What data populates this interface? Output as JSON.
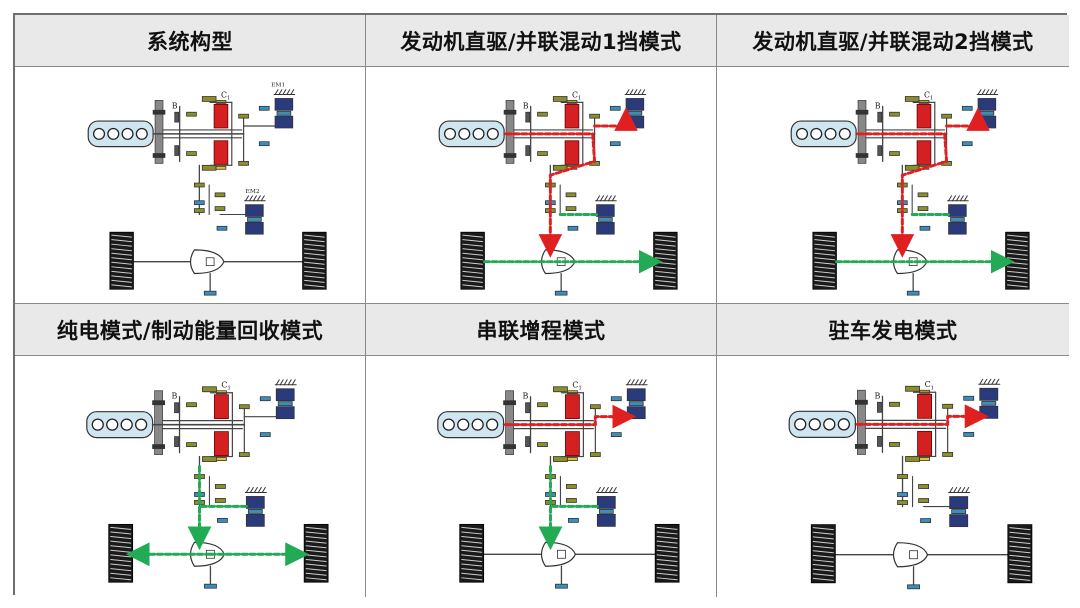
{
  "panels": [
    {
      "title": "系统构型",
      "labels": {
        "b": "B",
        "c1": "C",
        "c1_sub": "1",
        "em1": "EM1",
        "em2": "EM2"
      },
      "mode": "structure"
    },
    {
      "title": "发动机直驱/并联混动1挡模式",
      "labels": {
        "b": "B",
        "c1": "C",
        "c1_sub": "1"
      },
      "mode": "parallel1"
    },
    {
      "title": "发动机直驱/并联混动2挡模式",
      "labels": {
        "b": "B",
        "c1": "C",
        "c1_sub": "1"
      },
      "mode": "parallel2"
    },
    {
      "title": "纯电模式/制动能量回收模式",
      "labels": {
        "b": "B",
        "c1": "C",
        "c1_sub": "1"
      },
      "mode": "ev"
    },
    {
      "title": "串联增程模式",
      "labels": {
        "b": "B",
        "c1": "C",
        "c1_sub": "1"
      },
      "mode": "series"
    },
    {
      "title": "驻车发电模式",
      "labels": {
        "b": "B",
        "c1": "C",
        "c1_sub": "1"
      },
      "mode": "parking"
    }
  ],
  "colors": {
    "engine_fill": "#cfe6f0",
    "mech_flow": "#e02020",
    "elec_flow": "#22aa55",
    "clutch": "#d42020",
    "gear_olive": "#8a8f2a",
    "gear_blue": "#3a8fbf",
    "motor_navy": "#2a3a7a",
    "header_bg": "#e9e9e9"
  }
}
